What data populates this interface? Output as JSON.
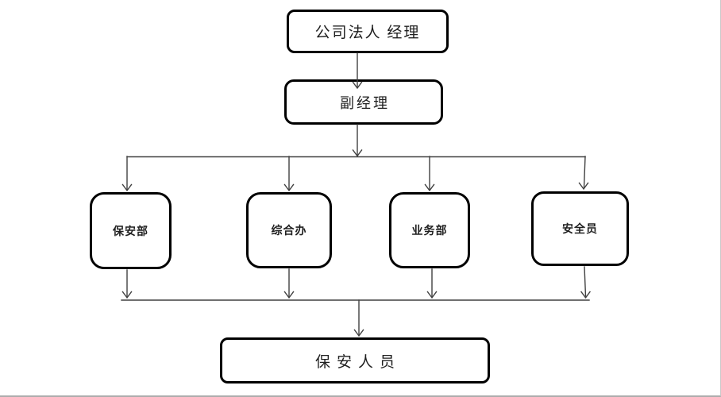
{
  "diagram": {
    "type": "org-chart",
    "nodes": {
      "top": {
        "label": "公司法人 经理"
      },
      "deputy": {
        "label": "副经理"
      },
      "dept_security": {
        "label": "保安部"
      },
      "dept_general": {
        "label": "综合办"
      },
      "dept_business": {
        "label": "业务部"
      },
      "dept_safety": {
        "label": "安全员"
      },
      "bottom": {
        "label": "保安人员"
      }
    },
    "edges": [
      {
        "from": "top",
        "to": "deputy"
      },
      {
        "from": "deputy",
        "to": "dept_security"
      },
      {
        "from": "deputy",
        "to": "dept_general"
      },
      {
        "from": "deputy",
        "to": "dept_business"
      },
      {
        "from": "deputy",
        "to": "dept_safety"
      },
      {
        "from": "dept_security",
        "to": "bottom"
      },
      {
        "from": "dept_general",
        "to": "bottom"
      },
      {
        "from": "dept_business",
        "to": "bottom"
      },
      {
        "from": "dept_safety",
        "to": "bottom"
      }
    ],
    "colors": {
      "box_border": "#000000",
      "box_fill": "#ffffff",
      "text": "#1f1f1f",
      "connector": "#404040",
      "page_edge": "#c9c9c9",
      "page_edge_bottom": "#adadad"
    }
  }
}
